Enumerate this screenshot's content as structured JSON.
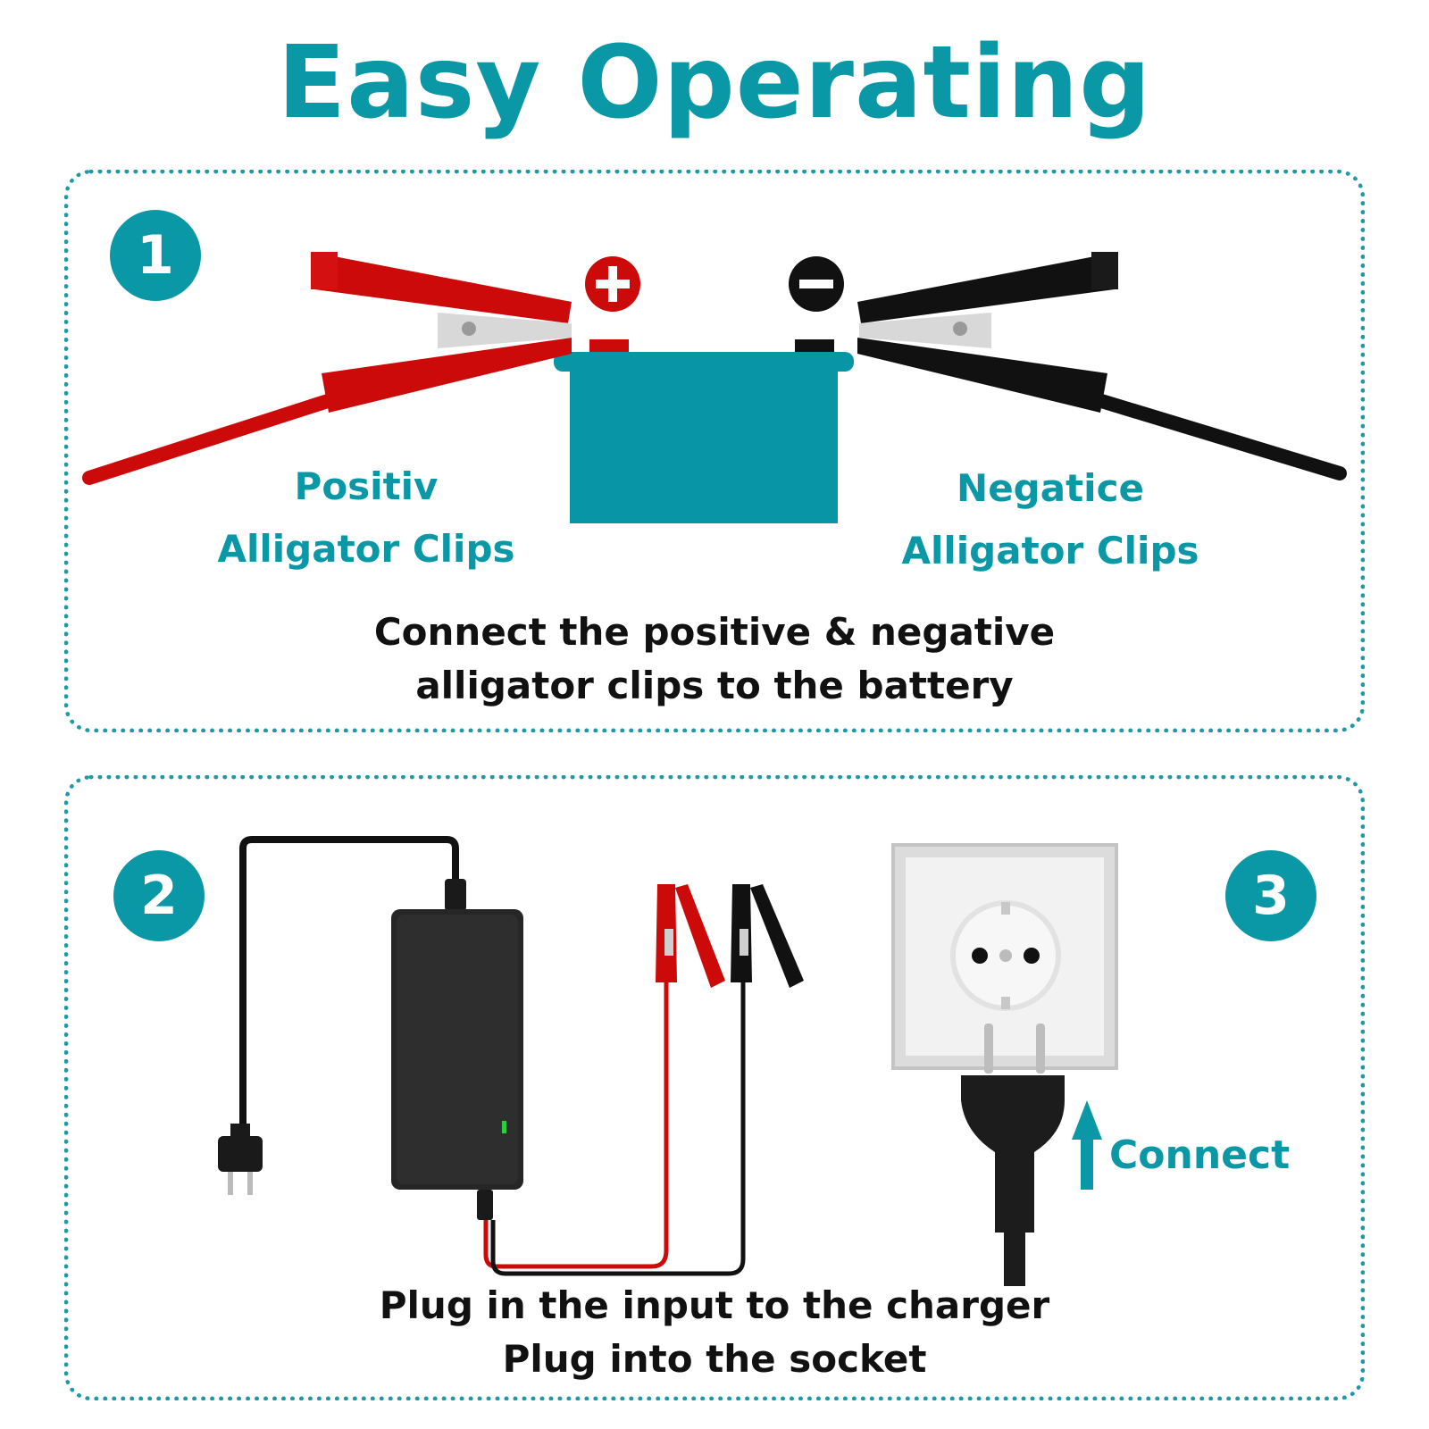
{
  "title": "Easy Operating",
  "steps": [
    {
      "number": "1",
      "positive_label_line1": "Positiv",
      "positive_label_line2": "Alligator Clips",
      "negative_label_line1": "Negatice",
      "negative_label_line2": "Alligator Clips",
      "caption_line1": "Connect the positive & negative",
      "caption_line2": "alligator clips to the battery"
    },
    {
      "number": "2"
    },
    {
      "number": "3",
      "action_label": "Connect"
    }
  ],
  "step2_caption_line1": "Plug in the input to the charger",
  "step2_caption_line2": "Plug into the socket",
  "colors": {
    "accent": "#0a97a6",
    "positive_red": "#cc0a0a",
    "negative_black": "#111111"
  }
}
